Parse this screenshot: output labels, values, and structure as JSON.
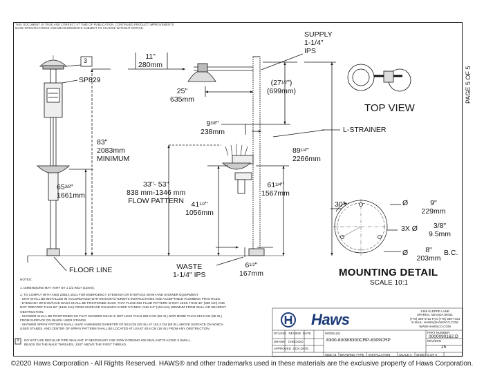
{
  "header_notice": [
    "THIS DOCUMENT IS TRUE AND CORRECT AT TIME OF PUBLICATION. CONTINUED PRODUCT IMPROVEMENTS",
    "MAKE SPECIFICATIONS AND MEASUREMENTS SUBJECT TO CHANGE WITHOUT NOTICE."
  ],
  "page_label": "PAGE 5 OF 5",
  "callouts": {
    "item_number": "3",
    "sp829": "SP829",
    "supply": [
      "SUPPLY",
      "1-1/4\"",
      "IPS"
    ],
    "l_strainer": "L-STRAINER",
    "floor_line": "FLOOR LINE",
    "waste": [
      "WASTE",
      "1-1/4\" IPS"
    ],
    "top_view": "TOP VIEW"
  },
  "dimensions": {
    "d11": [
      "11\"",
      "280mm"
    ],
    "d25": [
      "25\"",
      "635mm"
    ],
    "d27": {
      "whole": "(27",
      "num": "1",
      "den": "2",
      "rest": "\")",
      "mm": "(699mm)"
    },
    "d9": {
      "whole": "9",
      "num": "3",
      "den": "8",
      "rest": "\"",
      "mm": "238mm"
    },
    "d83": [
      "83\"",
      "2083mm",
      "MINIMUM"
    ],
    "d89": {
      "whole": "89",
      "num": "1",
      "den": "4",
      "rest": "\"",
      "mm": "2266mm"
    },
    "d65": {
      "whole": "65",
      "num": "3",
      "den": "8",
      "rest": "\"",
      "mm": "1661mm"
    },
    "d33": [
      "33\"- 53\"",
      "838 mm-1346 mm",
      "FLOW PATTERN"
    ],
    "d41": {
      "whole": "41",
      "num": "1",
      "den": "2",
      "rest": "\"",
      "mm": "1056mm"
    },
    "d61": {
      "whole": "61",
      "num": "3",
      "den": "4",
      "rest": "\"",
      "mm": "1567mm"
    },
    "d6": {
      "whole": "6",
      "num": "1",
      "den": "2",
      "rest": "\"",
      "mm": "167mm"
    }
  },
  "mounting": {
    "angle": "30°",
    "rows": [
      {
        "sym": "Ø",
        "in": "9\"",
        "mm": "229mm"
      },
      {
        "sym": "3X Ø",
        "in": "3/8\"",
        "mm": "9.5mm"
      },
      {
        "sym": "Ø",
        "in": "8\"",
        "mm": "203mm",
        "extra": "B.C."
      }
    ],
    "title": "MOUNTING DETAIL",
    "scale": "SCALE 10:1"
  },
  "notes": [
    "NOTES:",
    "1.  DIMENSIONS MAY VARY BY ± 1/2 INCH (13mm).",
    "2.  TO COMPLY WITH ANSI Z358.1-2014 FOR EMERGENCY EYEWASH OR EYE/FACE WASH AND SHOWER EQUIPMENT:",
    "   - UNIT SHALL BE INSTALLED IN ACCORDANCE WITH MANUFACTURER'S INSTRUCTIONS AND ACCEPTABLE PLUMBING PRACTICES.",
    "   - EYEWASH OR EYE/FACE WASH SHALL BE POSITIONED SUCH THAT FLUSHING FLUID PATTERN IS NOT LESS THAN 33\" (838 mm) AND",
    "     NOT GREATER THAN 53\" (1346 mm) FROM SURFACE ON WHICH USER STANDS; AND 6.0\" (153 mm) MINIMUM FROM WALL OR NEAREST",
    "     OBSTRUCTION.",
    "   - SHOWER SHALL BE POSITIONED SO THAT SHOWER HEAD IS NOT LESS THAN 208.3 CM (82 IN.) NOR MORE THAN 243.8 CM (96 IN.)",
    "     FROM SURFACE ON WHICH USER STANDS.",
    "   - SHOWER SPRAY PATTERN SHALL HAVE A MINIMUM DIAMETER OF 50.8 CM (20 IN.) AT 152.4 CM (60 IN.) ABOVE SURFACE ON WHICH",
    "     USER STANDS, AND CENTER OF SPRAY PATTERN SHALL BE LOCATED AT LEAST 40.6 CM (16 IN.) FROM ANY OBSTRUCTION."
  ],
  "note3": {
    "num": "3",
    "lines": [
      "DO NOT USE REGULAR PIPE SEALANT.  IF NECESSARY USE DOW CORNING 832 SEALANT PLACING 5 SMALL",
      "BEADS ON THE MALE THREADS, JUST ABOVE THE FIRST THREAD."
    ]
  },
  "title_block": {
    "brand": "Haws",
    "address": [
      "1455 KLEPPE LANE",
      "SPARKS, NEVADA  89431",
      "(775) 359-4712  FAX (775) 359-7424",
      "E-MAIL: HAWS@HAWSCO.COM",
      "WWW.HAWSCO.COM"
    ],
    "part_number_label": "PART NUMBER",
    "part_number": "0000090162.D",
    "rev_label": "REV/DCN",
    "rev": "25",
    "models_label": "MODEL(S)",
    "models": "8300-8309/8300CRP-8309CRP",
    "sheet_label": "SHEET",
    "sheet": "5 OF 5",
    "scale_label": "SCALE",
    "scale": "A",
    "drawing_type_label": "DRAWING TYPE",
    "drawing_type": "INSTALLATION",
    "size_label": "SIZE",
    "size": "A4",
    "small_labels": [
      "DCN NO.",
      "REVIEW",
      "DATE",
      "REV/DCN",
      "DATE",
      "DRAWN",
      "CHECKED",
      "APPROVED",
      "DCN DATE"
    ]
  },
  "copyright": "©2020 Haws Corporation - All Rights Reserved.  HAWS® and other trademarks used in these materials are the exclusive property of Haws Corporation."
}
